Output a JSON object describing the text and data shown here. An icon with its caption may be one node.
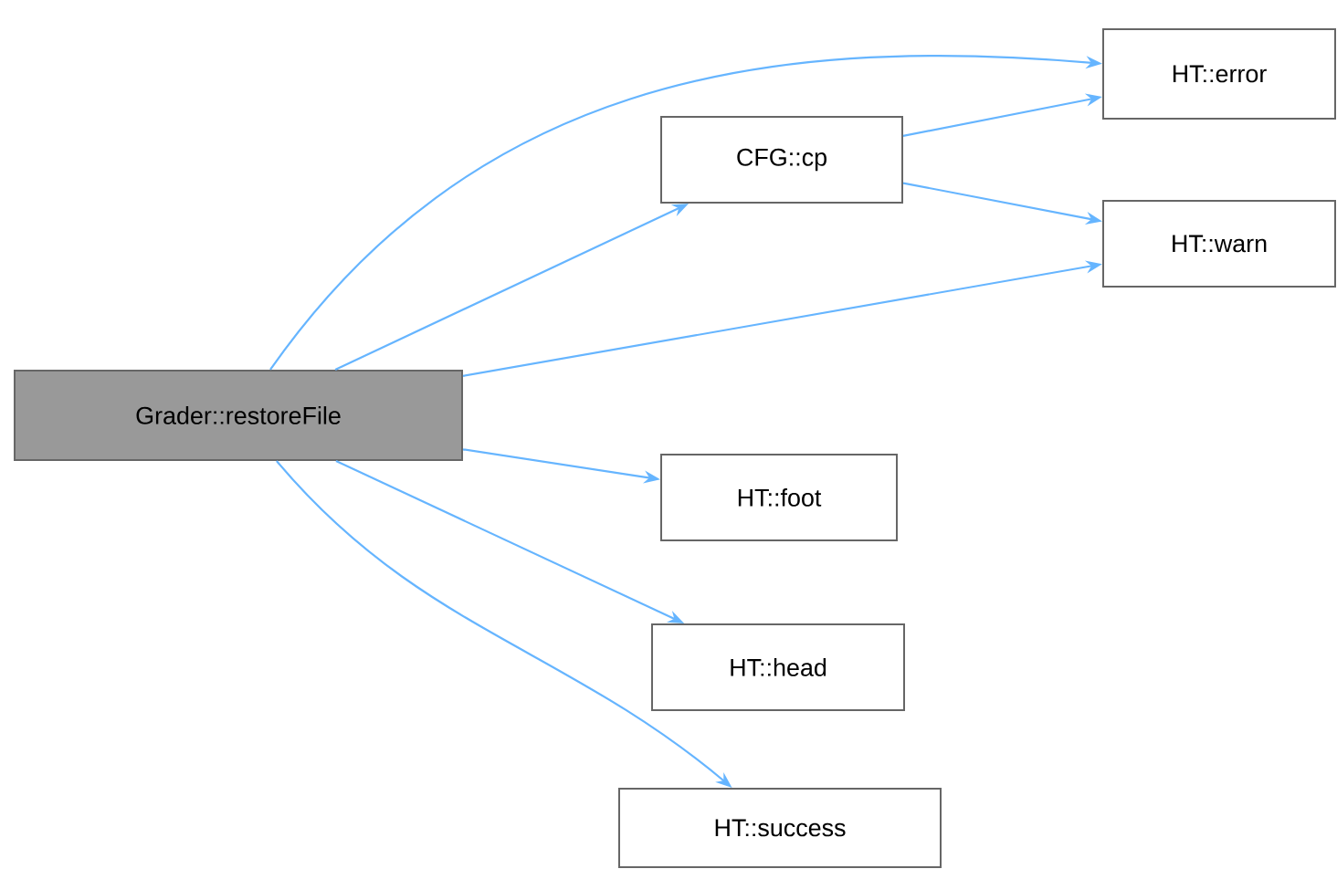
{
  "diagram": {
    "nodes": [
      {
        "text": [
          "Grader::restoreFile"
        ]
      },
      {
        "text": [
          "CFG::cp"
        ]
      },
      {
        "text": [
          "HT::error"
        ]
      },
      {
        "text": [
          "HT::warn"
        ]
      },
      {
        "text": [
          "HT::foot"
        ]
      },
      {
        "text": [
          "HT::head"
        ]
      },
      {
        "text": [
          "HT::success"
        ]
      }
    ],
    "edges": [
      {
        "from": 0,
        "to": 2,
        "arrow": "to"
      },
      {
        "from": 0,
        "to": 1,
        "arrow": "to"
      },
      {
        "from": 0,
        "to": 3,
        "arrow": "to"
      },
      {
        "from": 1,
        "to": 2,
        "arrow": "to"
      },
      {
        "from": 1,
        "to": 3,
        "arrow": "to"
      },
      {
        "from": 0,
        "to": 4,
        "arrow": "to"
      },
      {
        "from": 0,
        "to": 5,
        "arrow": "to"
      },
      {
        "from": 0,
        "to": 6,
        "arrow": "to"
      }
    ]
  }
}
